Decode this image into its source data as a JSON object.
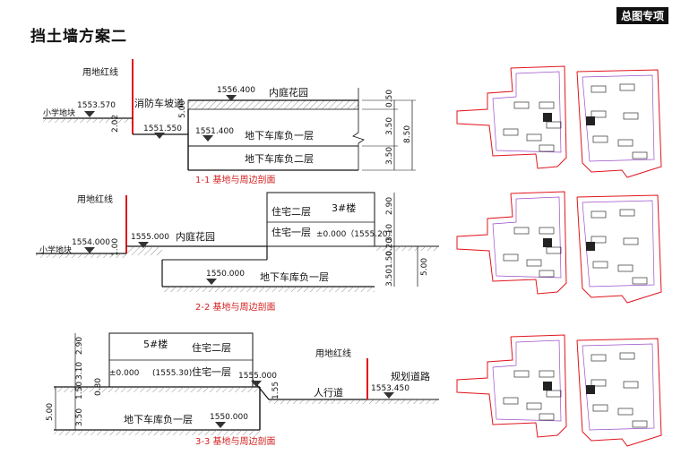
{
  "header": {
    "title": "挡土墙方案二",
    "badge": "总图专项"
  },
  "s1": {
    "redline": "用地红线",
    "school": "小学地块",
    "school_elev": "1553.570",
    "fire_lane": "消防车坡道",
    "elev_top": "1556.400",
    "garden": "内庭花园",
    "elev_mid": "1551.550",
    "elev_b1": "1551.400",
    "b1": "地下车库负一层",
    "b2": "地下车库负二层",
    "dim_202": "2.02",
    "dim_500": "5.00",
    "dim_050": "0.50",
    "dim_350a": "3.50",
    "dim_350b": "3.50",
    "dim_850": "8.50",
    "caption": "1-1 基地与周边剖面"
  },
  "s2": {
    "redline": "用地红线",
    "school": "小学地块",
    "school_elev": "1554.000",
    "elev_garden": "1555.000",
    "garden": "内庭花园",
    "res2": "住宅二层",
    "bldg": "3#楼",
    "res1": "住宅一层",
    "res1_elev": "±0.000（1555.20）",
    "elev_b1": "1550.000",
    "b1": "地下车库负一层",
    "dim_100": "1.00",
    "dim_290": "2.90",
    "dim_310": "3.10",
    "dim_020": "0.20",
    "dim_150": "1.50",
    "dim_350": "3.50",
    "dim_500": "5.00",
    "caption": "2-2 基地与周边剖面"
  },
  "s3": {
    "dim_290": "2.90",
    "dim_310": "3.10",
    "dim_030": "0.30",
    "dim_150": "1.50",
    "dim_350": "3.50",
    "dim_500": "5.00",
    "bldg": "5#楼",
    "res2": "住宅二层",
    "res1_elev": "±0.000",
    "res1_elev2": "(1555.30)",
    "res1": "住宅一层",
    "elev_edge": "1555.000",
    "dim_155": "1.55",
    "redline": "用地红线",
    "road": "规划道路",
    "sidewalk": "人行道",
    "road_elev": "1553.450",
    "elev_b1": "1550.000",
    "b1": "地下车库负一层",
    "caption": "3-3 基地与周边剖面"
  },
  "plans": {
    "count": 3
  },
  "colors": {
    "red": "#e0141c",
    "caption": "#d42020",
    "purple": "#9b4fc9"
  }
}
